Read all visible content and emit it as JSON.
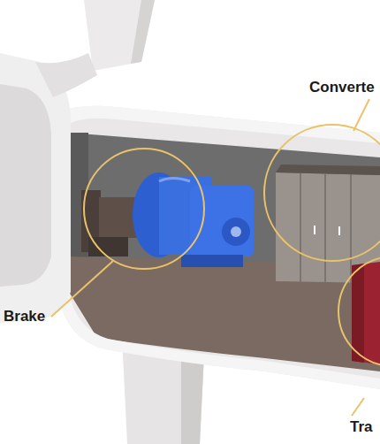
{
  "diagram": {
    "labels": [
      "Converte",
      "Brake",
      "Tra"
    ]
  }
}
